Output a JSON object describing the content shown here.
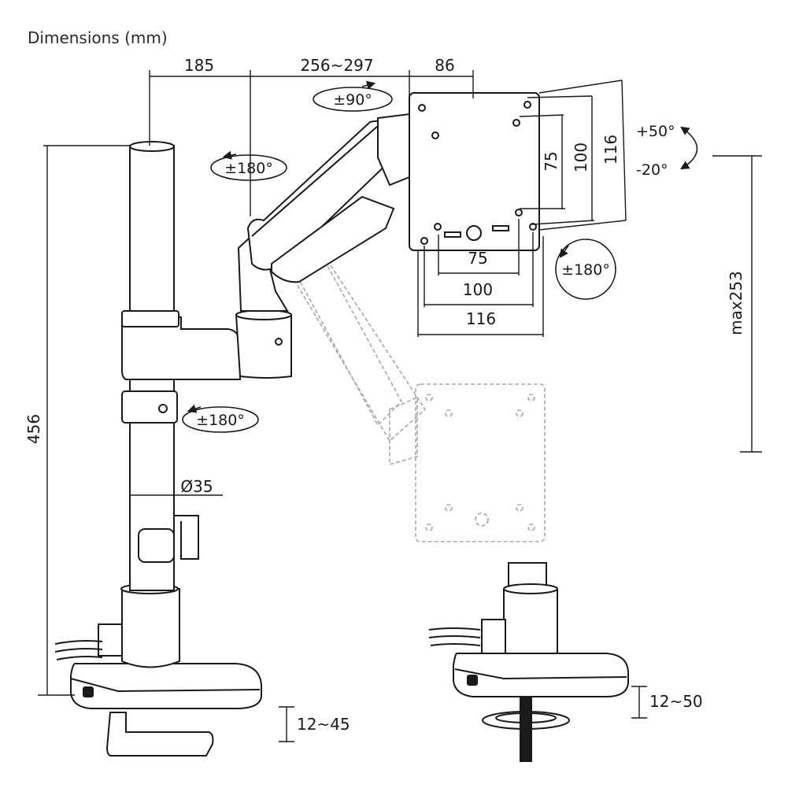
{
  "title": "Dimensions (mm)",
  "dimensions": {
    "arm_reach_1": "185",
    "arm_reach_2": "256~297",
    "arm_reach_3": "86",
    "vesa_h_outer": "116",
    "vesa_h_mid": "100",
    "vesa_h_inner": "75",
    "vesa_w_inner": "75",
    "vesa_w_mid": "100",
    "vesa_w_outer": "116",
    "pole_height": "456",
    "pole_diameter": "Ø35",
    "max_height": "max253",
    "clamp_thickness": "12~45",
    "grommet_thickness": "12~50"
  },
  "rotations": {
    "arm_top": "±90°",
    "arm_joint": "±180°",
    "pole_collar": "±180°",
    "screen_rotate": "±180°",
    "tilt_up": "+50°",
    "tilt_down": "-20°"
  },
  "colors": {
    "line": "#1a1a1a",
    "ghost": "#a8a8a8",
    "fill": "#ffffff"
  }
}
